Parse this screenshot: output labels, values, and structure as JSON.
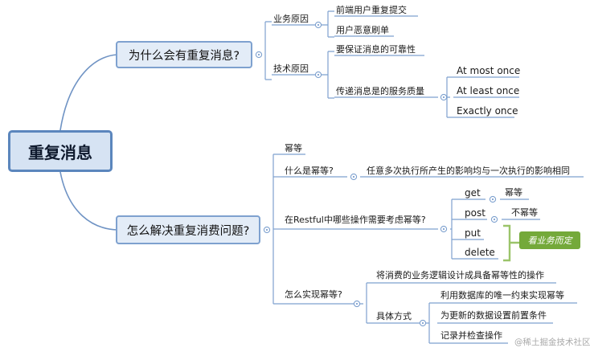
{
  "root": "重复消息",
  "branch_why": {
    "title": "为什么会有重复消息?",
    "business": {
      "label": "业务原因",
      "items": [
        "前端用户重复提交",
        "用户恶意刷单"
      ]
    },
    "technical": {
      "label": "技术原因",
      "item1": "要保证消息的可靠性",
      "qos": {
        "label": "传递消息是的服务质量",
        "options": [
          "At most once",
          "At least once",
          "Exactly once"
        ]
      }
    }
  },
  "branch_how": {
    "title": "怎么解决重复消费问题?",
    "idempotent_title": "幂等",
    "what": {
      "label": "什么是幂等?",
      "definition": "任意多次执行所产生的影响均与一次执行的影响相同"
    },
    "restful": {
      "label": "在Restful中哪些操作需要考虑幂等?",
      "ops": [
        {
          "name": "get",
          "note": "幂等"
        },
        {
          "name": "post",
          "note": "不幂等"
        },
        {
          "name": "put",
          "note": ""
        },
        {
          "name": "delete",
          "note": ""
        }
      ],
      "depends_label": "看业务而定"
    },
    "implement": {
      "label": "怎么实现幂等?",
      "item1": "将消费的业务逻辑设计成具备幂等性的操作",
      "specific": {
        "label": "具体方式",
        "items": [
          "利用数据库的唯一约束实现幂等",
          "为更新的数据设置前置条件",
          "记录并检查操作"
        ]
      }
    }
  },
  "watermark": "@稀土掘金技术社区"
}
